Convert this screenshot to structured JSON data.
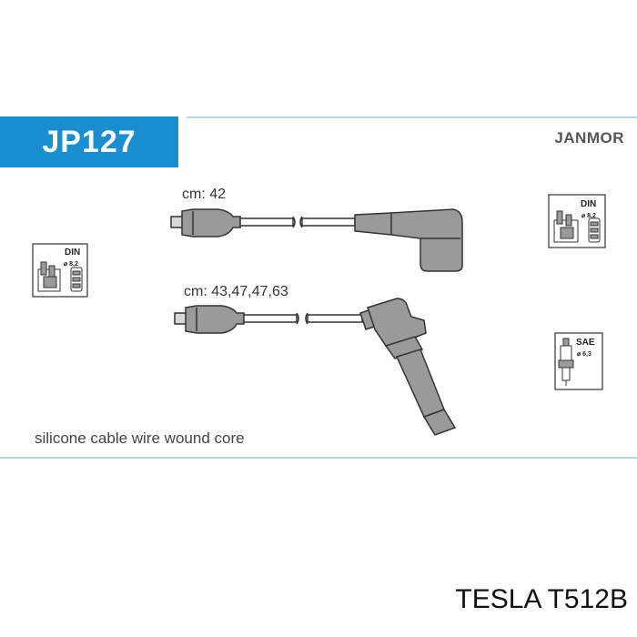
{
  "header": {
    "code": "JP127",
    "brand": "JANMOR"
  },
  "leads": [
    {
      "length_label": "cm: 42"
    },
    {
      "length_label": "cm: 43,47,47,63"
    }
  ],
  "badges": {
    "din_left": {
      "label": "DIN",
      "size": "⌀ 8,2"
    },
    "din_right": {
      "label": "DIN",
      "size": "⌀ 8,2"
    },
    "sae_right": {
      "label": "SAE",
      "size": "⌀ 6,3"
    }
  },
  "description": "silicone cable wire wound core",
  "footer": "TESLA T512B",
  "colors": {
    "accent": "#1a8fd0",
    "rule": "#9fc6d8",
    "part_fill": "#9a9a9a",
    "outline": "#333333"
  }
}
